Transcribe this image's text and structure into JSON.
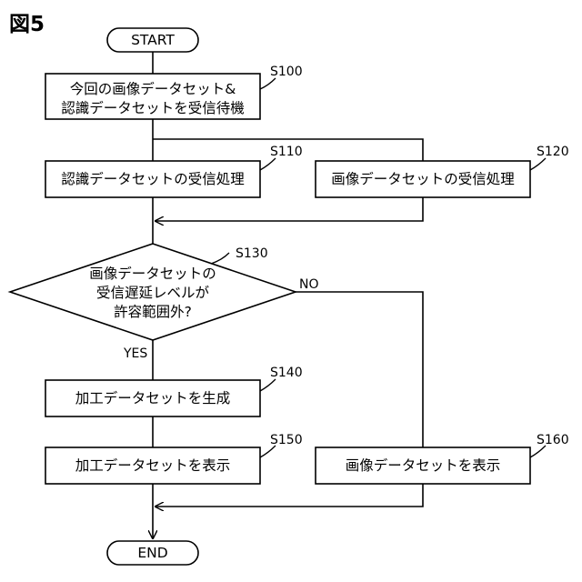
{
  "figure": {
    "title": "図5"
  },
  "nodes": {
    "start": {
      "label": "START"
    },
    "s100": {
      "step": "S100",
      "line1": "今回の画像データセット&",
      "line2": "認識データセットを受信待機"
    },
    "s110": {
      "step": "S110",
      "label": "認識データセットの受信処理"
    },
    "s120": {
      "step": "S120",
      "label": "画像データセットの受信処理"
    },
    "s130": {
      "step": "S130",
      "line1": "画像データセットの",
      "line2": "受信遅延レベルが",
      "line3": "許容範囲外?"
    },
    "s140": {
      "step": "S140",
      "label": "加工データセットを生成"
    },
    "s150": {
      "step": "S150",
      "label": "加工データセットを表示"
    },
    "s160": {
      "step": "S160",
      "label": "画像データセットを表示"
    },
    "end": {
      "label": "END"
    }
  },
  "branches": {
    "yes": "YES",
    "no": "NO"
  }
}
